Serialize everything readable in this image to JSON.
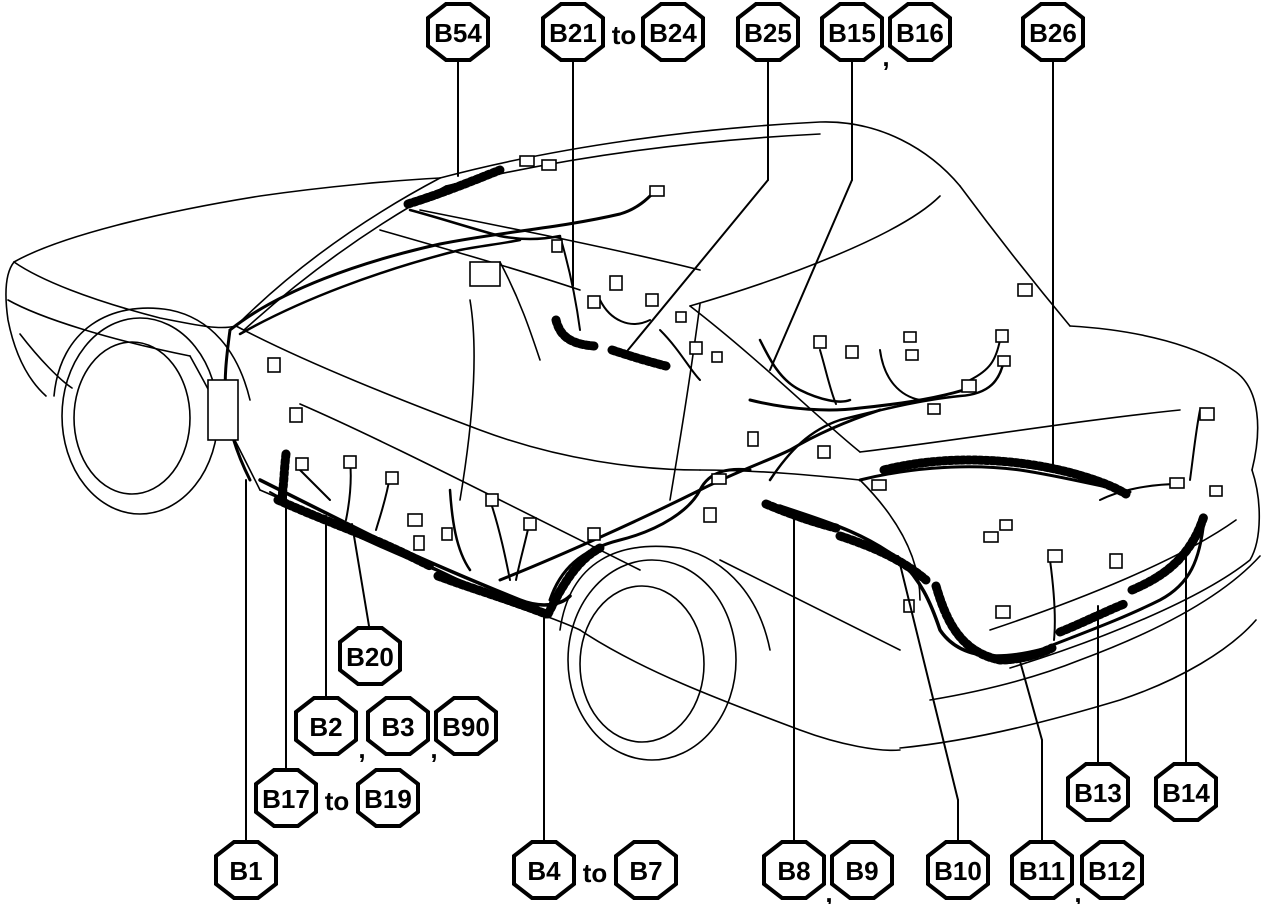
{
  "diagram": {
    "labels": {
      "b54": "B54",
      "b21": "B21",
      "b24": "B24",
      "b25": "B25",
      "b15": "B15",
      "b16": "B16",
      "b26": "B26",
      "b20": "B20",
      "b2": "B2",
      "b3": "B3",
      "b90": "B90",
      "b17": "B17",
      "b19": "B19",
      "b1": "B1",
      "b4": "B4",
      "b7": "B7",
      "b8": "B8",
      "b9": "B9",
      "b10": "B10",
      "b11": "B11",
      "b12": "B12",
      "b13": "B13",
      "b14": "B14"
    },
    "joiners": {
      "to": "to",
      "comma": ","
    }
  }
}
